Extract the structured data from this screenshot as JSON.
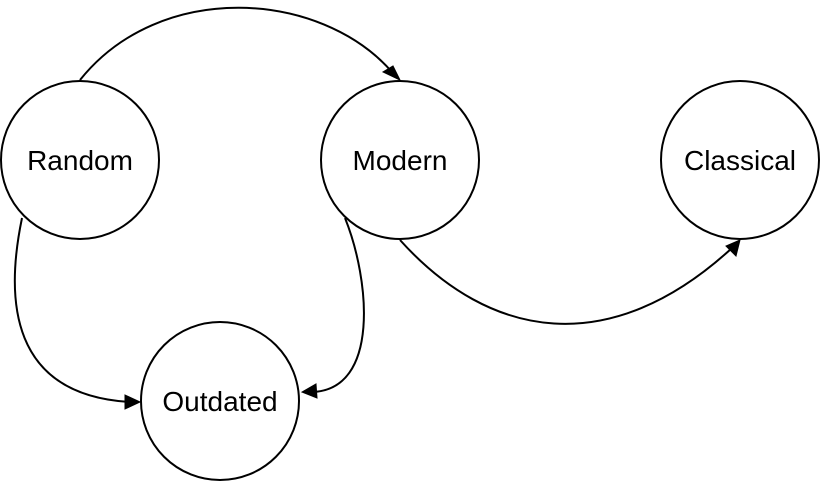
{
  "nodes": {
    "random": {
      "label": "Random"
    },
    "modern": {
      "label": "Modern"
    },
    "classical": {
      "label": "Classical"
    },
    "outdated": {
      "label": "Outdated"
    }
  },
  "edges": [
    {
      "from": "random",
      "to": "modern"
    },
    {
      "from": "random",
      "to": "outdated"
    },
    {
      "from": "modern",
      "to": "outdated"
    },
    {
      "from": "modern",
      "to": "classical"
    }
  ],
  "colors": {
    "stroke": "#000000",
    "fill": "#ffffff"
  }
}
